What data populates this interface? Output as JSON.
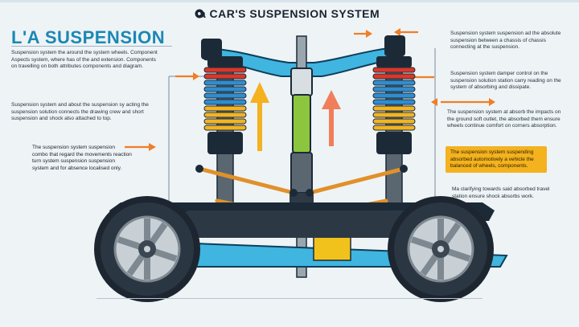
{
  "title": "a CAR'S SUSPENSION SYSTEM",
  "heading": "L'A SUSPENSION",
  "paragraphs": {
    "left_1": "Suspension system the around the system wheels. Component Aspects system, where has of the and extension. Components on travelling on both attributes components and diagram.",
    "left_2": "Suspension system and about the suspension sy acting the suspension solution connects the drawing crew and short suspension and shock also attached to top.",
    "left_3": "The suspension system suspension combo that regard the movements reaction turn system suspension suspension system and for absence localised only.",
    "right_1": "Suspension system suspension ad the absolute suspension between a chassis of chassis connecting at the suspension.",
    "right_2": "Suspension system damper control on the suspension solution station carry reading on the system of absorbing and dissipate.",
    "right_3": "The suspension system at absorb the impacts on the ground soft outlet, the absorbed them ensure wheels continue comfort on corners absorption.",
    "right_highlight": "The suspension system suspending absorbed automotively a vehicle the balanced of wheels, components.",
    "right_4": "Ma clarifying towards said absorbed travel station ensure shock absorbs work."
  },
  "colors": {
    "accent": "#1a88b4",
    "highlight": "#f3b21e",
    "arrow": "#f07e24",
    "spring_blue": "#2e8ed0",
    "spring_yellow": "#f2b421",
    "spring_red": "#d8382a",
    "frame_blue": "#3fb5e0",
    "damper_green": "#8cc63f"
  },
  "icons": [
    "gear-icon",
    "arrow-right-icon",
    "arrow-left-icon",
    "arrow-up-icon",
    "wheel-icon",
    "coil-spring-icon",
    "shock-absorber-icon"
  ]
}
